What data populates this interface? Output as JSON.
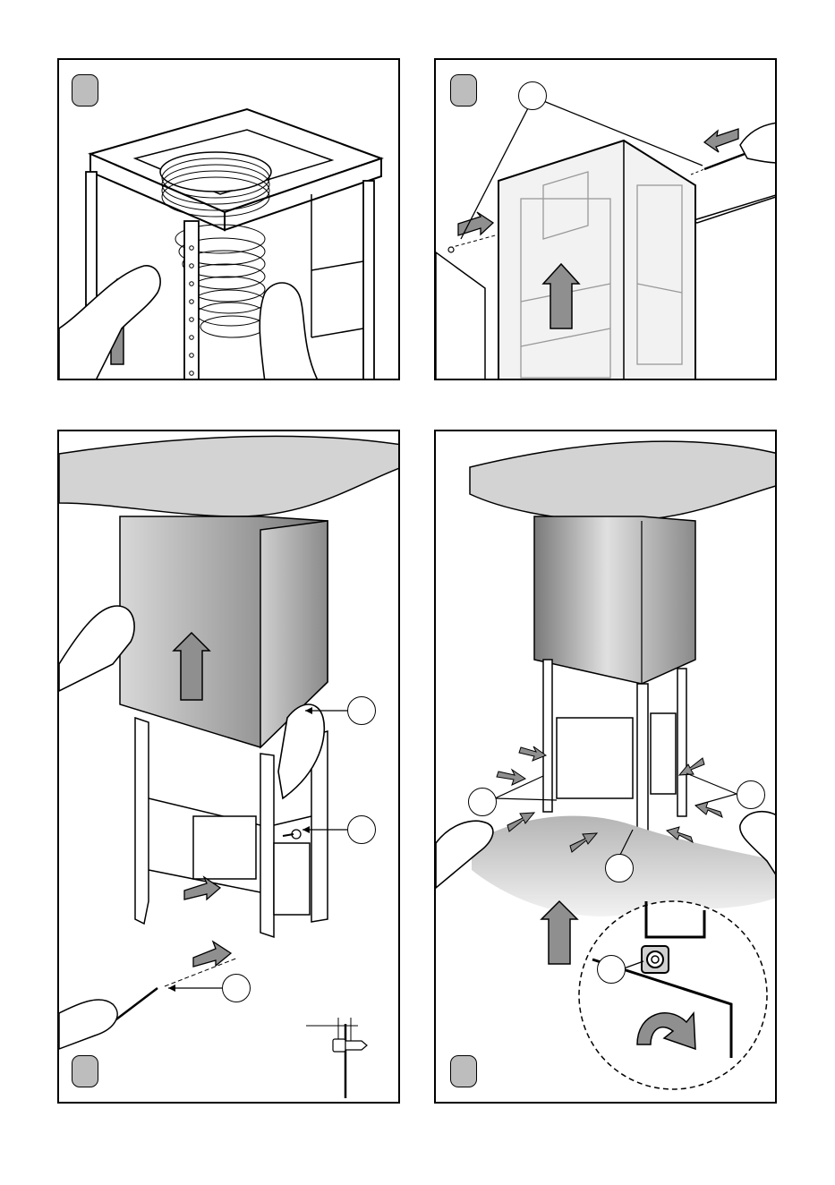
{
  "colors": {
    "line": "#000000",
    "badge_fill": "#bdbdbd",
    "arrow_fill": "#8f8f8f",
    "panel_bg": "#ffffff",
    "cover_dark": "#6f6f6f",
    "cover_light": "#d8d8d8"
  },
  "panels": [
    {
      "id": "panel-1",
      "step_badge": "",
      "description_icons": [
        "duct-hose-icon",
        "upward-arrow-icon",
        "hand-icon"
      ]
    },
    {
      "id": "panel-2",
      "step_badge": "",
      "callouts": [
        ""
      ],
      "description_icons": [
        "screwdriver-icon",
        "arrow-icon"
      ]
    },
    {
      "id": "panel-3",
      "step_badge": "",
      "callouts": [
        "",
        "",
        ""
      ],
      "description_icons": [
        "screw-detail-icon",
        "screwdriver-icon"
      ]
    },
    {
      "id": "panel-4",
      "step_badge": "",
      "callouts": [
        "",
        "",
        "",
        ""
      ],
      "description_icons": [
        "rotate-arrow-icon",
        "detail-magnifier-icon"
      ]
    }
  ]
}
